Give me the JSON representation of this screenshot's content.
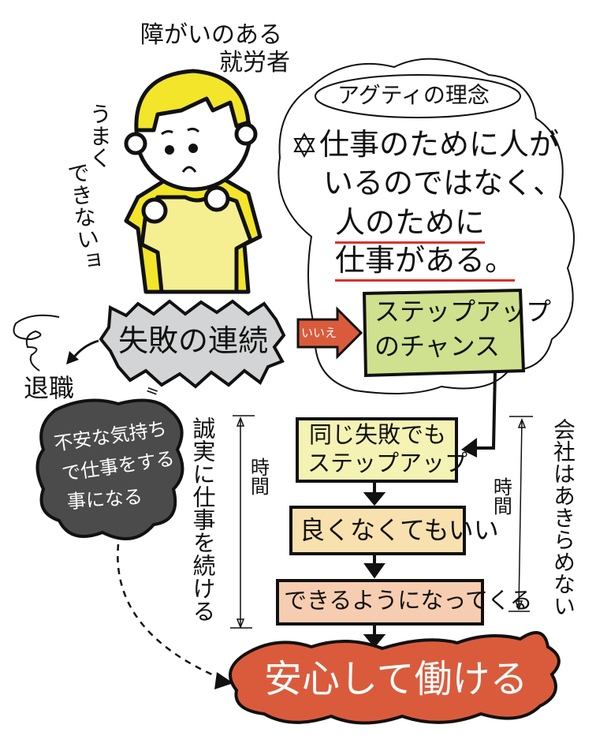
{
  "title": {
    "line1": "障がいのある",
    "line2": "就労者"
  },
  "worker_speech": {
    "col1": "うまく",
    "col2": "できないョ"
  },
  "philosophy": {
    "label": "アグティの理念",
    "star_icon": "star-of-david-icon",
    "lines": [
      "仕事のために人が",
      "いるのではなく、",
      "人のために",
      "仕事がある。"
    ]
  },
  "failure": {
    "label": "失敗の連続"
  },
  "no_arrow": {
    "label": "いいえ"
  },
  "chance": {
    "line1": "ステップアップ",
    "line2": "のチャンス"
  },
  "resign": {
    "label": "退職",
    "equals": "="
  },
  "anxiety": {
    "lines": [
      "不安な気持ち",
      "で仕事をする",
      "事になる"
    ]
  },
  "sincere": {
    "label": "誠実に仕事を続ける"
  },
  "time_left": {
    "label": "時間"
  },
  "time_right": {
    "label": "時間"
  },
  "steps": [
    {
      "line1": "同じ失敗でも",
      "line2": "ステップアップ"
    },
    {
      "line1": "良くなくてもいい"
    },
    {
      "line1": "できるようになってくる"
    }
  ],
  "company": {
    "label": "会社はあきらめない"
  },
  "result": {
    "label": "安心して働ける"
  },
  "colors": {
    "yellow": "#f2e52a",
    "shirt": "#f5ef92",
    "gray": "#d3d4d5",
    "dark": "#4b4b4b",
    "green": "#cfe08e",
    "red": "#da5b3c",
    "step1": "#f4f3b4",
    "step2": "#f8e1ae",
    "step3": "#f6cdb0"
  }
}
